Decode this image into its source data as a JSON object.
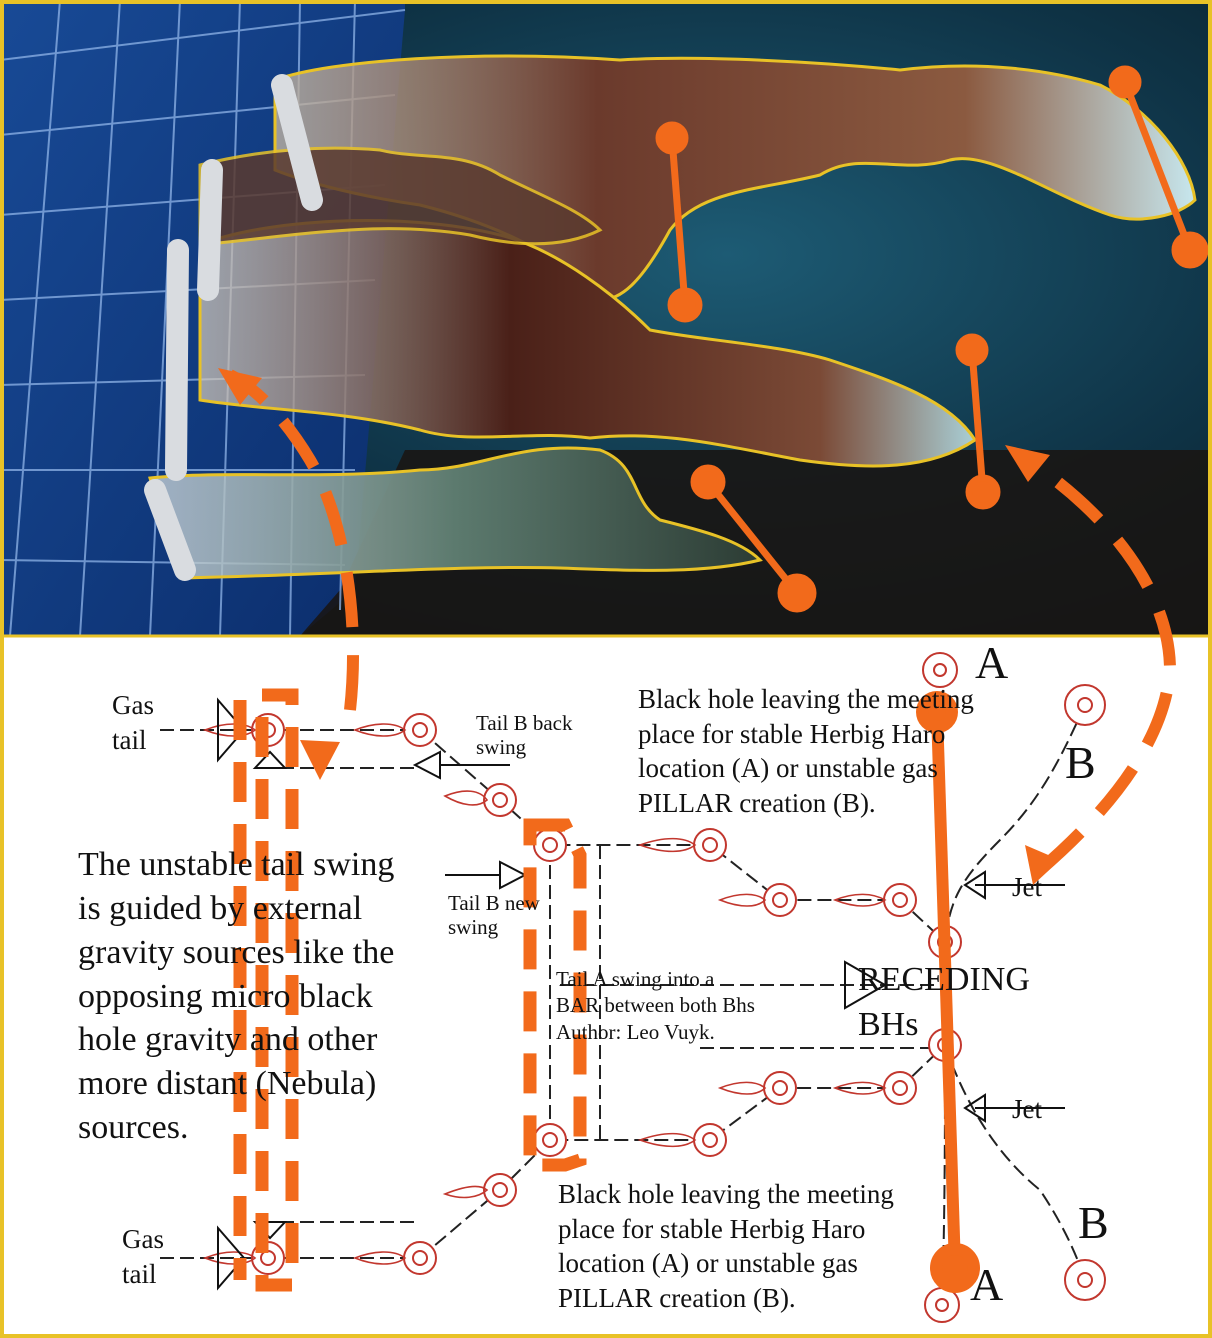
{
  "labels": {
    "gas_tail_top": "Gas\ntail",
    "gas_tail_bottom": "Gas\ntail",
    "tail_b_back_swing": "Tail B back\nswing",
    "tail_b_new_swing": "Tail B new\nswing",
    "black_hole_top": "Black hole leaving the meeting\nplace for stable Herbig Haro\nlocation (A) or unstable gas\nPILLAR creation (B).",
    "black_hole_bottom": "Black hole leaving the meeting\nplace for stable Herbig Haro\nlocation (A) or unstable gas\nPILLAR creation (B).",
    "unstable_tail": "The unstable tail swing\nis guided by external\ngravity sources like the\nopposing micro black\nhole gravity and other\nmore distant (Nebula)\nsources.",
    "tail_a_swing": "Tail A swing into a\nBAR between both Bhs\nAuthor: Leo Vuyk.",
    "receding": "RECEDING",
    "bhs": "BHs",
    "jet_top": "Jet",
    "jet_bottom": "Jet",
    "a_top": "A",
    "b_top": "B",
    "b_bottom": "B",
    "a_bottom": "A"
  },
  "colors": {
    "accent_orange": "#f26a1b",
    "outline_yellow": "#e8c227",
    "grid_blue": "#123f87",
    "node_red": "#c2372e"
  }
}
